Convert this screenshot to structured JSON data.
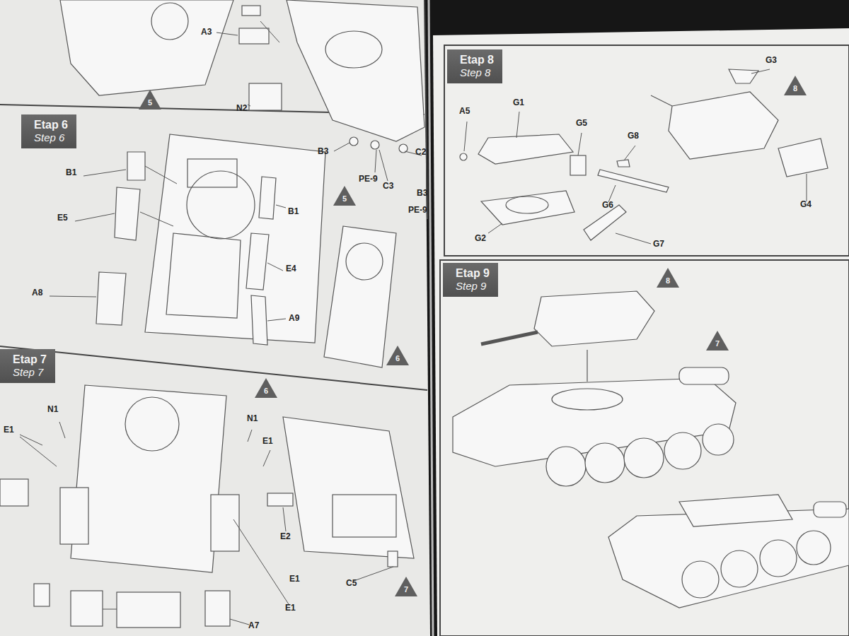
{
  "diagram": {
    "nodes": [
      {
        "text": [
          "5"
        ]
      },
      {
        "text": [
          "Etap 6",
          "Step 6"
        ]
      },
      {
        "text": [
          "5"
        ]
      },
      {
        "text": [
          "6"
        ]
      },
      {
        "text": [
          "Etap 7",
          "Step 7"
        ]
      },
      {
        "text": [
          "6"
        ]
      },
      {
        "text": [
          "7"
        ]
      },
      {
        "text": [
          "Etap 8",
          "Step 8"
        ]
      },
      {
        "text": [
          "8"
        ]
      },
      {
        "text": [
          "Etap 9",
          "Step 9"
        ]
      },
      {
        "text": [
          "8"
        ]
      },
      {
        "text": [
          "7"
        ]
      }
    ],
    "labels": [
      "A3",
      "N2",
      "B3",
      "PE-9",
      "C3",
      "C2",
      "B3",
      "PE-9",
      "B1",
      "E5",
      "A8",
      "B1",
      "E4",
      "A9",
      "N1",
      "E1",
      "N1",
      "E1",
      "E2",
      "E1",
      "C5",
      "E1",
      "A7",
      "A5",
      "G1",
      "G5",
      "G8",
      "G3",
      "G6",
      "G2",
      "G7",
      "G4"
    ]
  }
}
